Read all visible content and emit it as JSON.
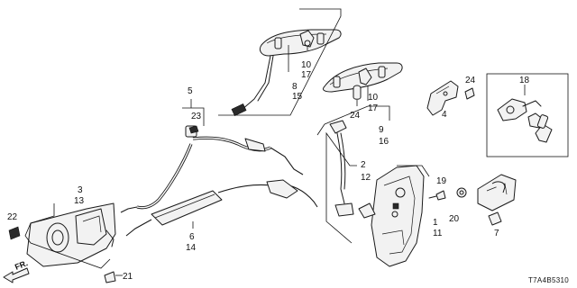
{
  "diagram_code": "T7A4B5310",
  "direction_label": "FR.",
  "callouts": {
    "c2": "2",
    "c3": "3",
    "c4": "4",
    "c5": "5",
    "c6": "6",
    "c7": "7",
    "c8": "8",
    "c9": "9",
    "c10a": "10",
    "c10b": "10",
    "c11": "11",
    "c12": "12",
    "c13": "13",
    "c14": "14",
    "c15": "15",
    "c16": "16",
    "c17a": "17",
    "c17b": "17",
    "c18": "18",
    "c19": "19",
    "c1": "1",
    "c20": "20",
    "c21": "21",
    "c22": "22",
    "c23": "23",
    "c24a": "24",
    "c24b": "24"
  },
  "colors": {
    "line": "#1a1a1a",
    "background": "#ffffff"
  }
}
